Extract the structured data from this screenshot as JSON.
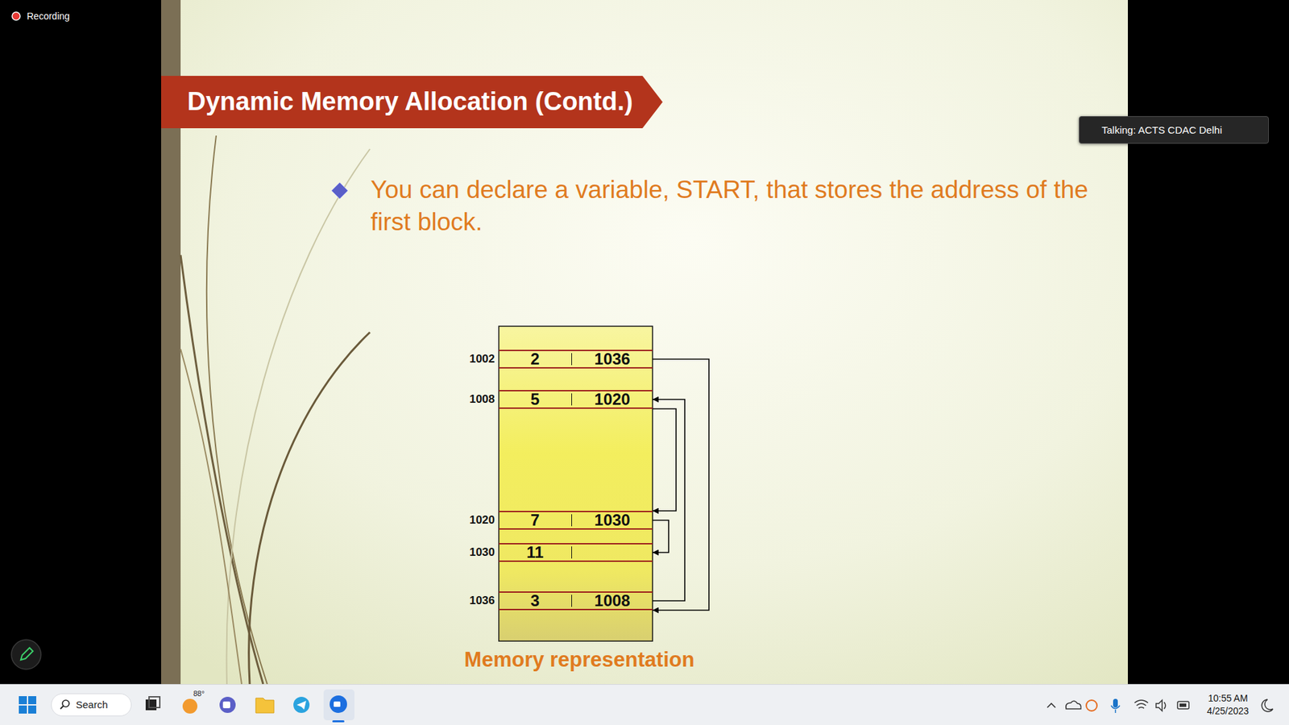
{
  "diagram": {
    "title": "Dynamic Memory Allocation (Contd.)",
    "caption": "Memory representation",
    "nodes": [
      {
        "text": [
          "Talking: ACTS CDAC Delhi"
        ]
      },
      {
        "text": [
          "1002",
          "2",
          "1036"
        ]
      },
      {
        "text": [
          "1008",
          "5",
          "1020"
        ]
      },
      {
        "text": [
          "1020",
          "7",
          "1030"
        ]
      },
      {
        "text": [
          "1030",
          "11"
        ]
      },
      {
        "text": [
          "1036",
          "3",
          "1008"
        ]
      },
      {
        "text": [
          "Search"
        ]
      }
    ],
    "edges": [
      {
        "from": 1,
        "to": 5,
        "arrow": "to"
      },
      {
        "from": 5,
        "to": 2,
        "arrow": "to"
      },
      {
        "from": 2,
        "to": 3,
        "arrow": "to"
      },
      {
        "from": 3,
        "to": 4,
        "arrow": "to"
      }
    ],
    "labels": [
      "Recording",
      "You can declare a variable, START, that stores the address of the first block.",
      "88°",
      "10:55 AM",
      "4/25/2023"
    ]
  }
}
